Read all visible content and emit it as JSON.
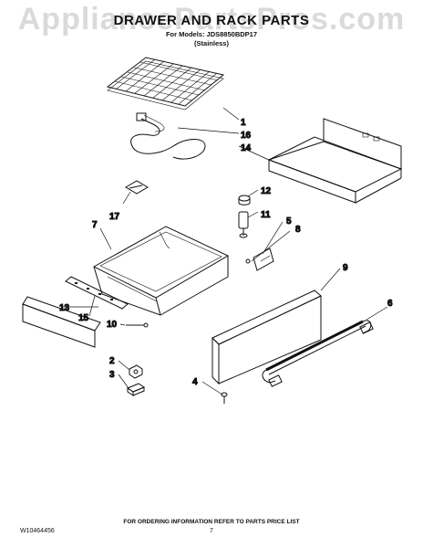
{
  "header": {
    "title": "DRAWER AND RACK PARTS",
    "models_line": "For Models: JDS8850BDP17",
    "variant": "(Stainless)",
    "watermark": "AppliancePartsPros.com"
  },
  "callouts": [
    "1",
    "16",
    "14",
    "12",
    "17",
    "11",
    "7",
    "5",
    "8",
    "9",
    "13",
    "15",
    "6",
    "10",
    "2",
    "3",
    "4"
  ],
  "footer": {
    "ordering_note": "FOR ORDERING INFORMATION REFER TO PARTS PRICE LIST",
    "doc_number": "W10464456",
    "page_number": "7"
  }
}
